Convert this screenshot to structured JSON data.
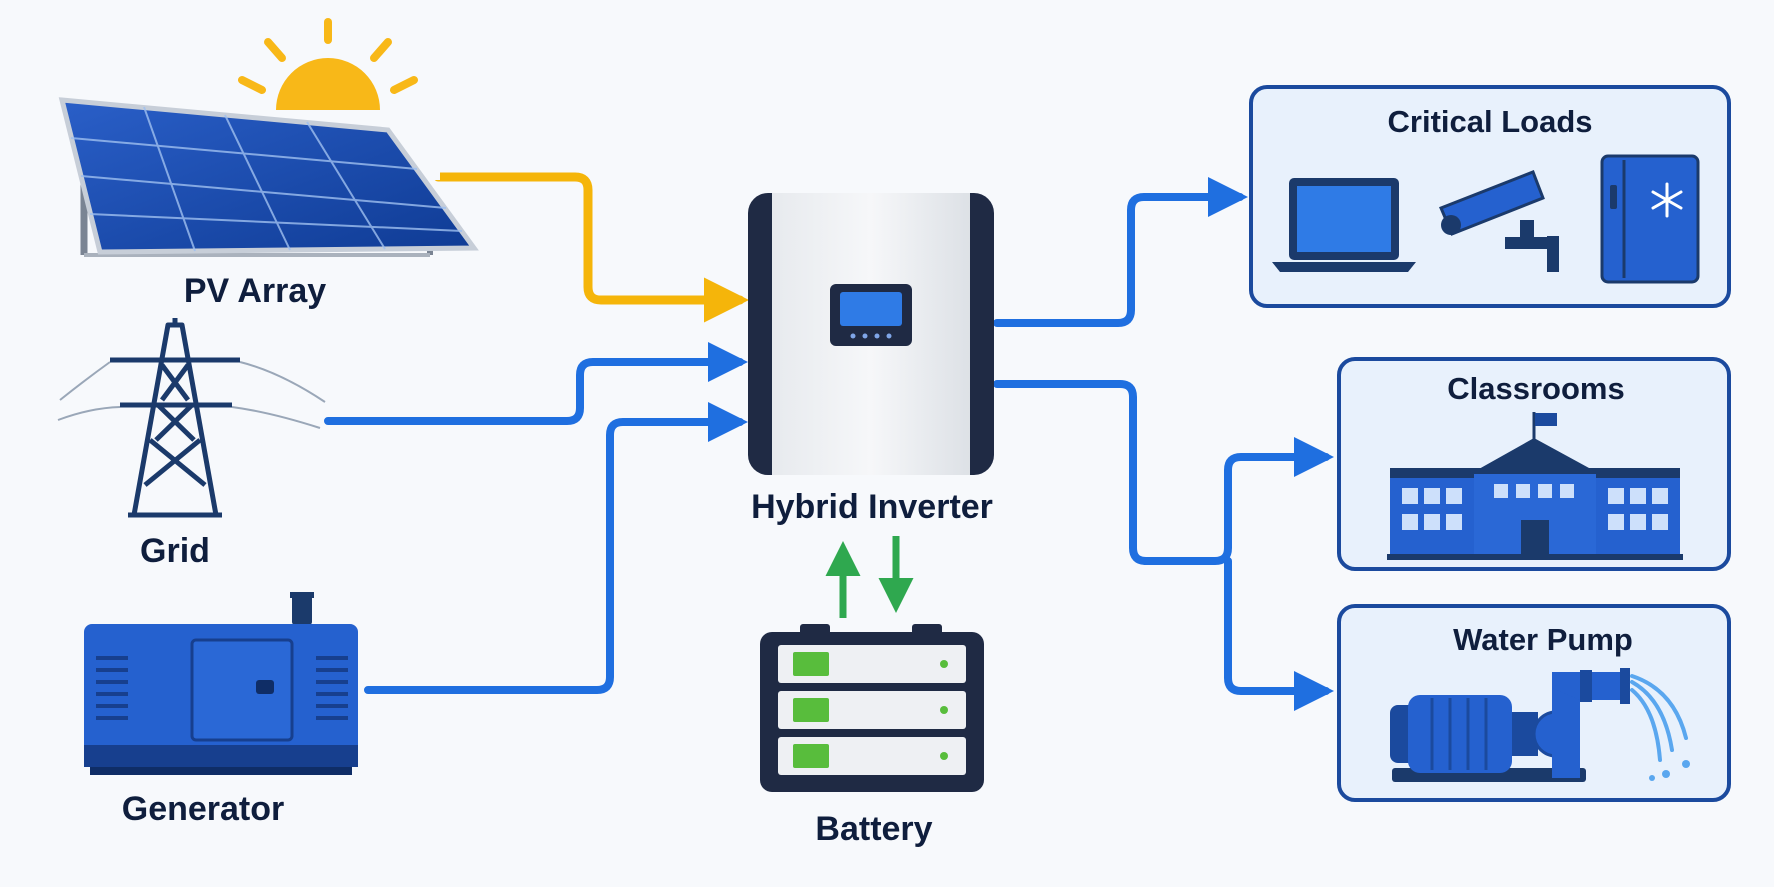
{
  "colors": {
    "background": "#f7f9fc",
    "solar_flow": "#f5b50a",
    "power_flow": "#1f6fe0",
    "battery_flow": "#2fa84f",
    "text": "#0f1e3d",
    "equipment_blue": "#1d5bc4",
    "panel_border": "#1b4a9e",
    "panel_fill": "#e8f1fc"
  },
  "sources": [
    {
      "id": "pv",
      "label": "PV Array",
      "icon": "solar-panel-icon"
    },
    {
      "id": "grid",
      "label": "Grid",
      "icon": "transmission-tower-icon"
    },
    {
      "id": "generator",
      "label": "Generator",
      "icon": "generator-icon"
    }
  ],
  "inverter": {
    "label": "Hybrid Inverter",
    "icon": "inverter-icon"
  },
  "battery": {
    "label": "Battery",
    "icon": "battery-rack-icon"
  },
  "loads": [
    {
      "id": "critical",
      "label": "Critical Loads",
      "icons": [
        "laptop-icon",
        "security-camera-icon",
        "refrigerator-icon"
      ]
    },
    {
      "id": "classrooms",
      "label": "Classrooms",
      "icons": [
        "school-building-icon"
      ]
    },
    {
      "id": "pump",
      "label": "Water Pump",
      "icons": [
        "water-pump-icon"
      ]
    }
  ]
}
